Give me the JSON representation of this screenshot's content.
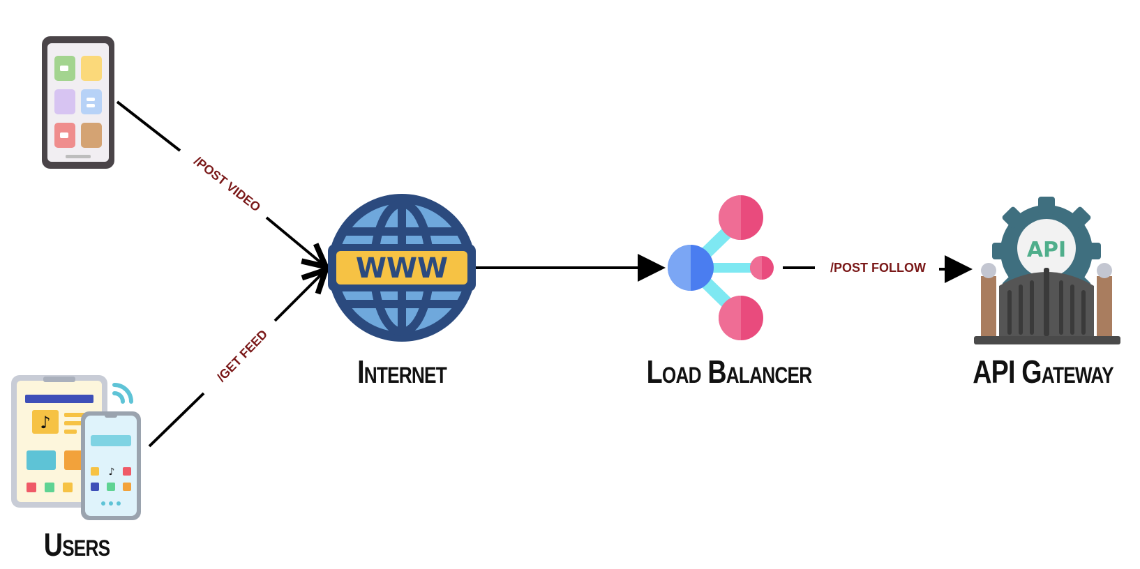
{
  "nodes": {
    "users": {
      "label": "Users"
    },
    "internet": {
      "label": "Internet",
      "icon": "globe-www-icon",
      "badge": "WWW"
    },
    "load_balancer": {
      "label": "Load Balancer",
      "icon": "load-balancer-icon"
    },
    "api_gateway": {
      "label": "API Gateway",
      "icon": "api-gate-icon",
      "badge": "API"
    }
  },
  "edges": {
    "post_video": "/POST VIDEO",
    "get_feed": "/GET FEED",
    "post_follow": "/POST FOLLOW"
  },
  "colors": {
    "line": "#000000",
    "edge_label": "#7a1818",
    "globe_frame": "#2b4a7e",
    "globe_fill": "#6fa8dc",
    "badge_yellow": "#f6c244",
    "lb_pink": "#e94b7d",
    "lb_blue": "#5b8def",
    "lb_cyan": "#7ee8f2",
    "gear_teal": "#3f6f7f",
    "gate_dark": "#4a4a4a",
    "gate_post": "#a97d5f"
  }
}
